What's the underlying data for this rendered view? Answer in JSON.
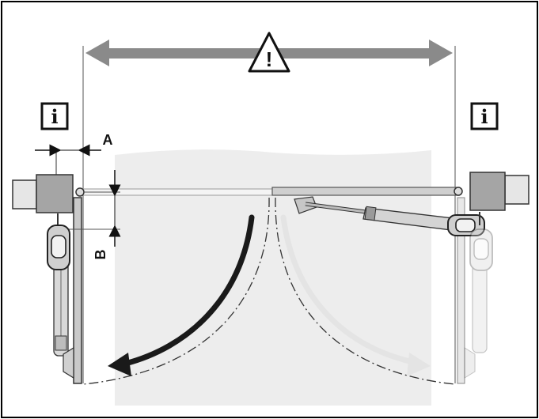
{
  "labels": {
    "dim_a": "A",
    "dim_b": "B",
    "info_left": "i",
    "info_right": "i",
    "warning": "!"
  },
  "colors": {
    "border": "#000000",
    "arrow_gray": "#8a8a8a",
    "area_fill": "#ededed",
    "post_fill": "#a5a5a5",
    "pillar_fill": "#d9d9d9",
    "bar_fill": "#cfcfcf",
    "swing_dark": "#1a1a1a",
    "swing_light": "#e4e4e4"
  },
  "icons": {
    "warning": "warning-triangle-icon",
    "info": "info-icon"
  }
}
